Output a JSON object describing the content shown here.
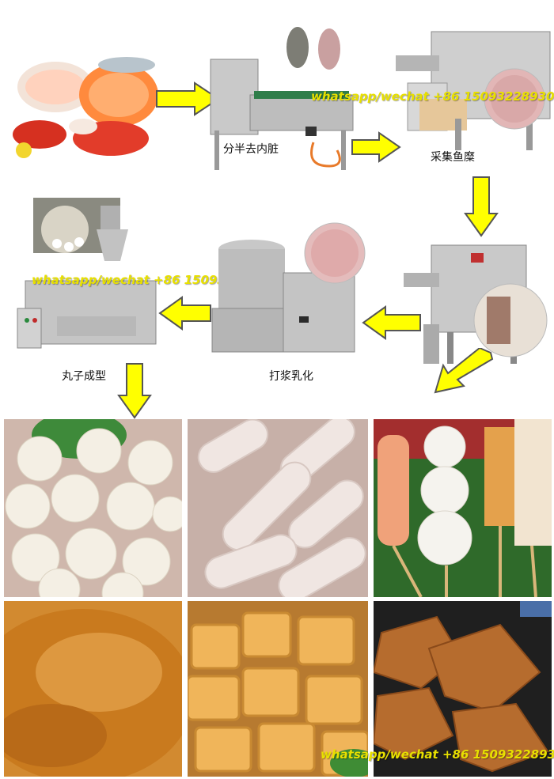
{
  "steps": {
    "split_gut": "分半去内脏",
    "collect_mince": "采集鱼糜",
    "beat_emulsify": "打浆乳化",
    "ball_forming": "丸子成型"
  },
  "watermark": "whatsapp/wechat +86 15093228930",
  "colors": {
    "arrow_fill": "#ffff00",
    "arrow_stroke": "#555555",
    "watermark": "#e8e000"
  },
  "photos": [
    "seafood-raw",
    "fish-halving-machine",
    "fish-meat-separator",
    "meat-grinder",
    "beater-emulsifier",
    "fishball-forming-machine",
    "fish-balls",
    "fish-sausage-rolls",
    "fish-ball-skewers",
    "fish-floss",
    "fried-fish-tofu",
    "fish-skin-crisps"
  ]
}
